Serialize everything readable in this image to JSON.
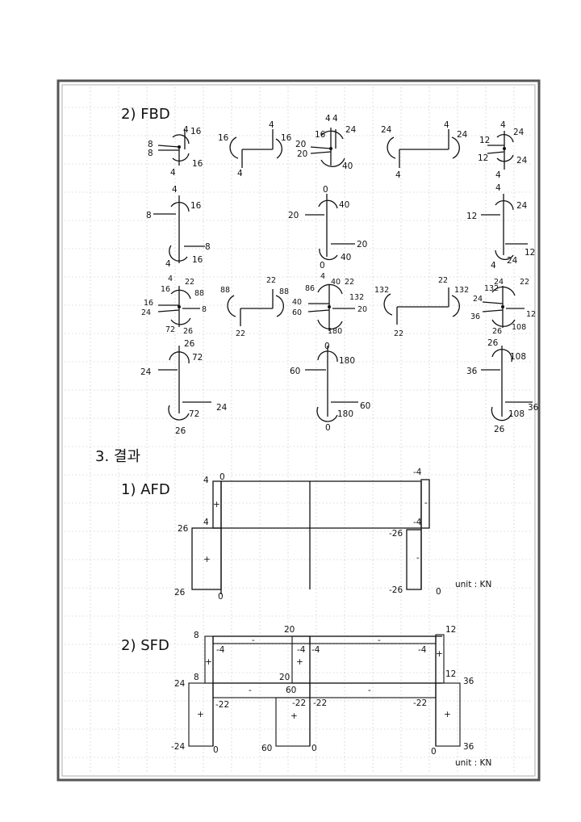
{
  "sections": {
    "fbd": {
      "heading": "2) FBD"
    },
    "results": {
      "heading": "3. 결과"
    },
    "afd": {
      "heading": "1) AFD",
      "unit": "unit : KN"
    },
    "sfd": {
      "heading": "2) SFD",
      "unit": "unit : KN"
    }
  },
  "fbd_labels": {
    "r1": [
      "8",
      "8",
      "4",
      "16",
      "4",
      "16",
      "16",
      "4",
      "4",
      "16",
      "16",
      "4",
      "20",
      "20",
      "4",
      "24",
      "40",
      "24",
      "4",
      "4",
      "24",
      "12",
      "12",
      "4",
      "24",
      "24",
      "4"
    ],
    "r2": [
      "4",
      "8",
      "16",
      "8",
      "4",
      "16",
      "0",
      "20",
      "40",
      "20",
      "0",
      "40",
      "4",
      "12",
      "24",
      "12",
      "4",
      "24"
    ],
    "r3": [
      "4",
      "16",
      "22",
      "88",
      "16",
      "24",
      "8",
      "72",
      "26",
      "88",
      "22",
      "22",
      "88",
      "4",
      "40",
      "22",
      "86",
      "40",
      "132",
      "60",
      "20",
      "180",
      "132",
      "22",
      "22",
      "132",
      "24",
      "132",
      "24",
      "22",
      "36",
      "12",
      "26",
      "108"
    ],
    "r4": [
      "26",
      "24",
      "72",
      "24",
      "72",
      "26",
      "0",
      "60",
      "180",
      "60",
      "180",
      "0",
      "26",
      "36",
      "108",
      "36",
      "108",
      "26"
    ]
  },
  "afd": {
    "labels": [
      "4",
      "0",
      "+",
      "4",
      "26",
      "+",
      "26",
      "0",
      "-4",
      "-",
      "-4",
      "-26",
      "-",
      "-26",
      "0"
    ]
  },
  "sfd": {
    "labels": [
      "8",
      "20",
      "12",
      "-4",
      "-",
      "-4",
      "-4",
      "-",
      "-4",
      "+",
      "+",
      "+",
      "8",
      "20",
      "12",
      "24",
      "-",
      "60",
      "-",
      "36",
      "-22",
      "-22",
      "-22",
      "-22",
      "+",
      "+",
      "+",
      "-24",
      "0",
      "60",
      "0",
      "0",
      "36"
    ]
  }
}
